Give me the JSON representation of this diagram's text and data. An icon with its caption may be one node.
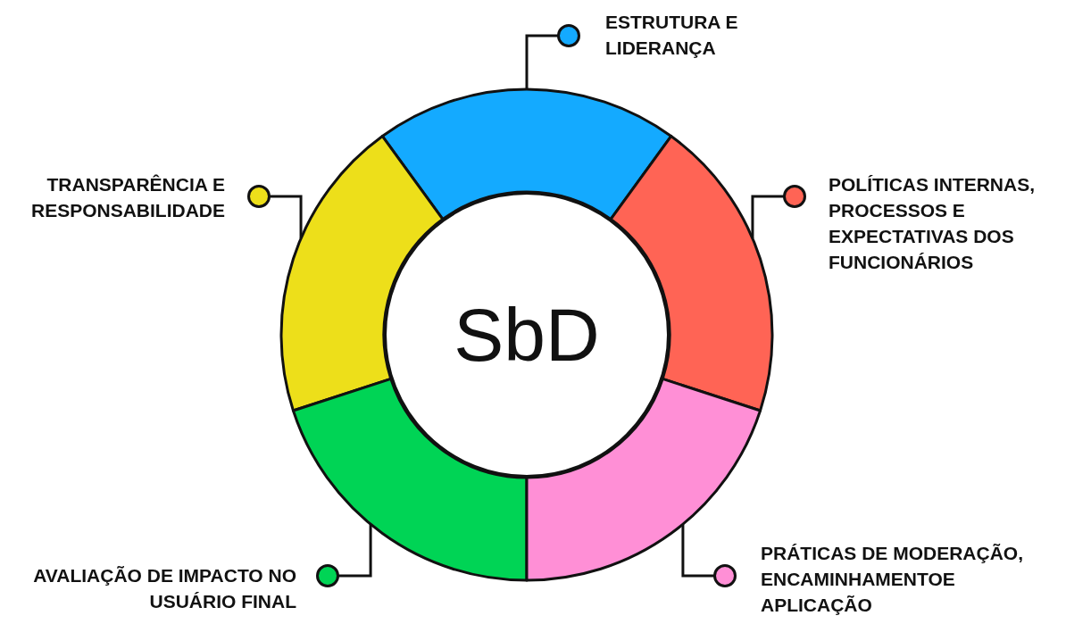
{
  "diagram": {
    "nodes": [
      {
        "text": [
          "SbD"
        ]
      },
      {
        "text": [
          "ESTRUTURA E LIDERANÇA"
        ]
      },
      {
        "text": [
          "TRANSPARÊNCIA E RESPONSABILIDADE"
        ]
      },
      {
        "text": [
          "POLÍTICAS INTERNAS, PROCESSOS E EXPECTATIVAS DOS FUNCIONÁRIOS"
        ]
      },
      {
        "text": [
          "AVALIAÇÃO DE IMPACTO NO USUÁRIO FINAL"
        ]
      },
      {
        "text": [
          "PRÁTICAS DE MODERAÇÃO, ENCAMINHAMENTOE APLICAÇÃO"
        ]
      },
      {
        "text": [],
        "shape": "arc"
      },
      {
        "text": [],
        "shape": "arc"
      },
      {
        "text": [],
        "shape": "arc"
      },
      {
        "text": [],
        "shape": "arc"
      },
      {
        "text": [],
        "shape": "arc"
      }
    ],
    "edges": [
      {
        "from": 1,
        "to": 6,
        "arrow": "other"
      },
      {
        "from": 2,
        "to": 7,
        "arrow": "other"
      },
      {
        "from": 3,
        "to": 8,
        "arrow": "other"
      },
      {
        "from": 4,
        "to": 9,
        "arrow": "other"
      },
      {
        "from": 5,
        "to": 10,
        "arrow": "other"
      }
    ]
  }
}
